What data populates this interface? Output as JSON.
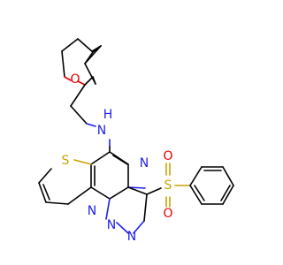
{
  "colors": {
    "background": "#ffffff",
    "carbon_bond": "#000000",
    "nitrogen": "#1f1fe6",
    "oxygen": "#e60000",
    "sulfur": "#c8a200"
  },
  "atoms": {
    "nh": "N",
    "h": "H",
    "o_ring": "O",
    "s_thiophene": "S",
    "n_pyrimidine": "N",
    "n_bridge": "N",
    "n_triazole_a": "N",
    "n_triazole_b": "N",
    "s_sulfonyl": "S",
    "o_sulfonyl_top": "O",
    "o_sulfonyl_bottom": "O"
  }
}
